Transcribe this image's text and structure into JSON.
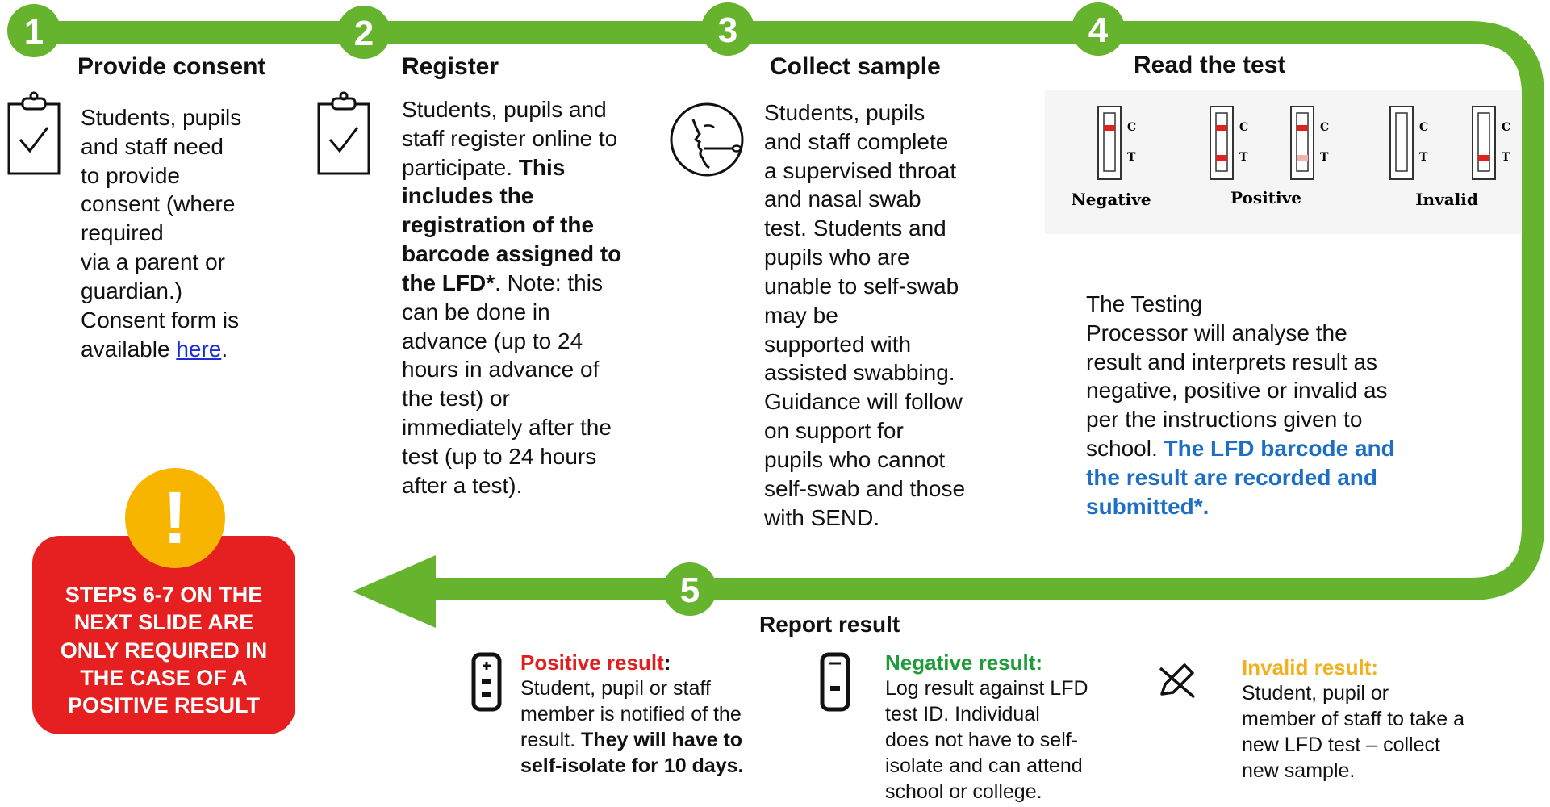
{
  "colors": {
    "flow_green": "#66b32e",
    "alert_red": "#e62020",
    "alert_yellow": "#f7b500",
    "positive_red": "#e02020",
    "negative_green": "#1f9b3a",
    "invalid_yellow": "#f2b01e",
    "link_blue": "#1c6fc4"
  },
  "steps": [
    {
      "number": "1",
      "title": "Provide consent",
      "icon": "clipboard-check-icon",
      "body_lines": [
        "Students, pupils",
        "and staff need",
        "to provide",
        "consent (where",
        "required",
        "via a parent or",
        "guardian.)",
        "Consent form is"
      ],
      "last_line_prefix": "available ",
      "link_text": "here",
      "last_line_suffix": "."
    },
    {
      "number": "2",
      "title": "Register",
      "icon": "clipboard-check-icon",
      "lines": [
        [
          {
            "t": "Students, pupils and"
          }
        ],
        [
          {
            "t": "staff register online to"
          }
        ],
        [
          {
            "t": "participate. "
          },
          {
            "t": "This",
            "b": true
          }
        ],
        [
          {
            "t": "includes the",
            "b": true
          }
        ],
        [
          {
            "t": "registration of the",
            "b": true
          }
        ],
        [
          {
            "t": "barcode assigned to",
            "b": true
          }
        ],
        [
          {
            "t": "the LFD*",
            "b": true
          },
          {
            "t": ". Note: this"
          }
        ],
        [
          {
            "t": "can be done in"
          }
        ],
        [
          {
            "t": "advance (up to 24"
          }
        ],
        [
          {
            "t": "hours in advance of"
          }
        ],
        [
          {
            "t": "the test) or"
          }
        ],
        [
          {
            "t": "immediately after the"
          }
        ],
        [
          {
            "t": "test (up to 24 hours"
          }
        ],
        [
          {
            "t": "after a test)."
          }
        ]
      ]
    },
    {
      "number": "3",
      "title": "Collect sample",
      "icon": "throat-swab-icon",
      "body_lines": [
        "Students, pupils",
        "and staff complete",
        "a supervised throat",
        "and nasal swab",
        "test. Students and",
        "pupils who are",
        "unable to self-swab",
        "may be",
        "supported with",
        "assisted swabbing.",
        "Guidance will follow",
        "on support for",
        "pupils who cannot",
        "self-swab and those",
        "with SEND."
      ]
    },
    {
      "number": "4",
      "title": "Read the test",
      "strip_labels": [
        "Negative",
        "Positive",
        "Invalid"
      ],
      "strip_letters": [
        "C",
        "T"
      ],
      "body_lines": [
        "The Testing",
        "Processor will analyse the",
        "result and interprets result as",
        "negative, positive or invalid as",
        "per the instructions given to"
      ],
      "school_prefix": "school. ",
      "highlight_lines": [
        "The LFD barcode and",
        "the result are recorded and",
        "submitted*."
      ]
    },
    {
      "number": "5",
      "title": "Report result"
    }
  ],
  "results": {
    "positive": {
      "icon": "lfd-device-icon",
      "title": "Positive result",
      "title_suffix": ":",
      "lines": [
        [
          {
            "t": "Student, pupil or staff"
          }
        ],
        [
          {
            "t": "member is notified of the"
          }
        ],
        [
          {
            "t": "result. "
          },
          {
            "t": "They will have to",
            "b": true
          }
        ],
        [
          {
            "t": "self-isolate for 10 days.",
            "b": true
          }
        ]
      ]
    },
    "negative": {
      "icon": "lfd-device-icon",
      "title": "Negative result:",
      "lines": [
        "Log result against LFD",
        "test ID. Individual",
        "does not have to self-",
        "isolate and can attend",
        "school or college."
      ]
    },
    "invalid": {
      "icon": "crossed-pen-icon",
      "title": "Invalid result:",
      "lines": [
        "Student, pupil or",
        "member of staff to take a",
        "new LFD test – collect",
        "new sample."
      ]
    }
  },
  "warning": {
    "symbol": "!",
    "lines": [
      "STEPS 6-7 ON THE",
      "NEXT SLIDE ARE",
      "ONLY REQUIRED IN",
      "THE CASE OF A",
      "POSITIVE RESULT"
    ]
  }
}
